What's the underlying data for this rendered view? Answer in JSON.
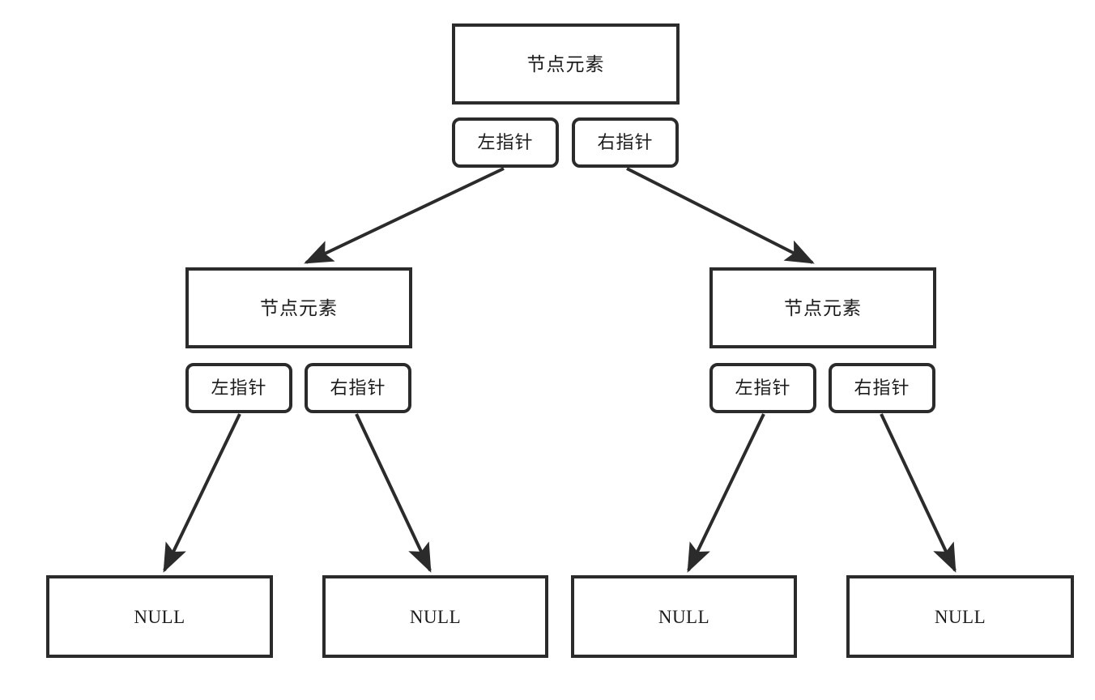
{
  "diagram": {
    "title": "binary-tree-node-structure",
    "stroke_color": "#2b2b2b",
    "background_color": "#ffffff",
    "labels": {
      "element": "节点元素",
      "left_pointer": "左指针",
      "right_pointer": "右指针",
      "null": "NULL"
    }
  },
  "nodes": {
    "root": {
      "element": "节点元素",
      "left_pointer": "左指针",
      "right_pointer": "右指针"
    },
    "left_child": {
      "element": "节点元素",
      "left_pointer": "左指针",
      "right_pointer": "右指针"
    },
    "right_child": {
      "element": "节点元素",
      "left_pointer": "左指针",
      "right_pointer": "右指针"
    }
  },
  "leaves": [
    {
      "label": "NULL"
    },
    {
      "label": "NULL"
    },
    {
      "label": "NULL"
    },
    {
      "label": "NULL"
    }
  ],
  "edges": [
    {
      "from": "root.left_pointer",
      "to": "left_child.element"
    },
    {
      "from": "root.right_pointer",
      "to": "right_child.element"
    },
    {
      "from": "left_child.left_pointer",
      "to": "leaves.0"
    },
    {
      "from": "left_child.right_pointer",
      "to": "leaves.1"
    },
    {
      "from": "right_child.left_pointer",
      "to": "leaves.2"
    },
    {
      "from": "right_child.right_pointer",
      "to": "leaves.3"
    }
  ]
}
